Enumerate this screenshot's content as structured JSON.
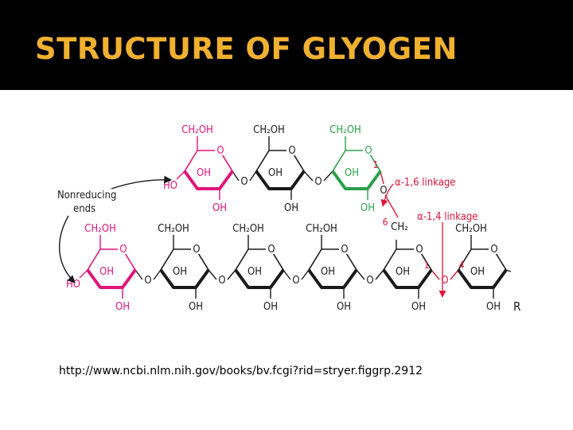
{
  "slide": {
    "title": "STRUCTURE OF GLYOGEN",
    "caption": "http://www.ncbi.nlm.nih.gov/books/bv.fcgi?rid=stryer.figgrp.2912"
  },
  "diagram": {
    "nonreducing_label_line1": "Nonreducing",
    "nonreducing_label_line2": "ends",
    "alpha16_label": "α-1,6 linkage",
    "alpha14_label": "α-1,4 linkage",
    "reducing_end": "R",
    "ring_oxygen": "O",
    "bridge_oxygen": "O",
    "ch2oh": "CH₂OH",
    "ch2": "CH₂",
    "oh": "OH",
    "ho": "HO",
    "num1": "1",
    "num4": "4",
    "num6": "6",
    "colors": {
      "title": "#f0b030",
      "nonreducing": "#e0157a",
      "branch": "#2aa04a",
      "linkage": "#e0153a",
      "ink": "#1a1a1a"
    },
    "top_row": [
      {
        "kind": "nonreducing"
      },
      {
        "kind": "normal"
      },
      {
        "kind": "branch"
      }
    ],
    "bottom_row": [
      {
        "kind": "nonreducing"
      },
      {
        "kind": "normal"
      },
      {
        "kind": "normal"
      },
      {
        "kind": "normal"
      },
      {
        "kind": "normal"
      },
      {
        "kind": "normal"
      }
    ]
  }
}
